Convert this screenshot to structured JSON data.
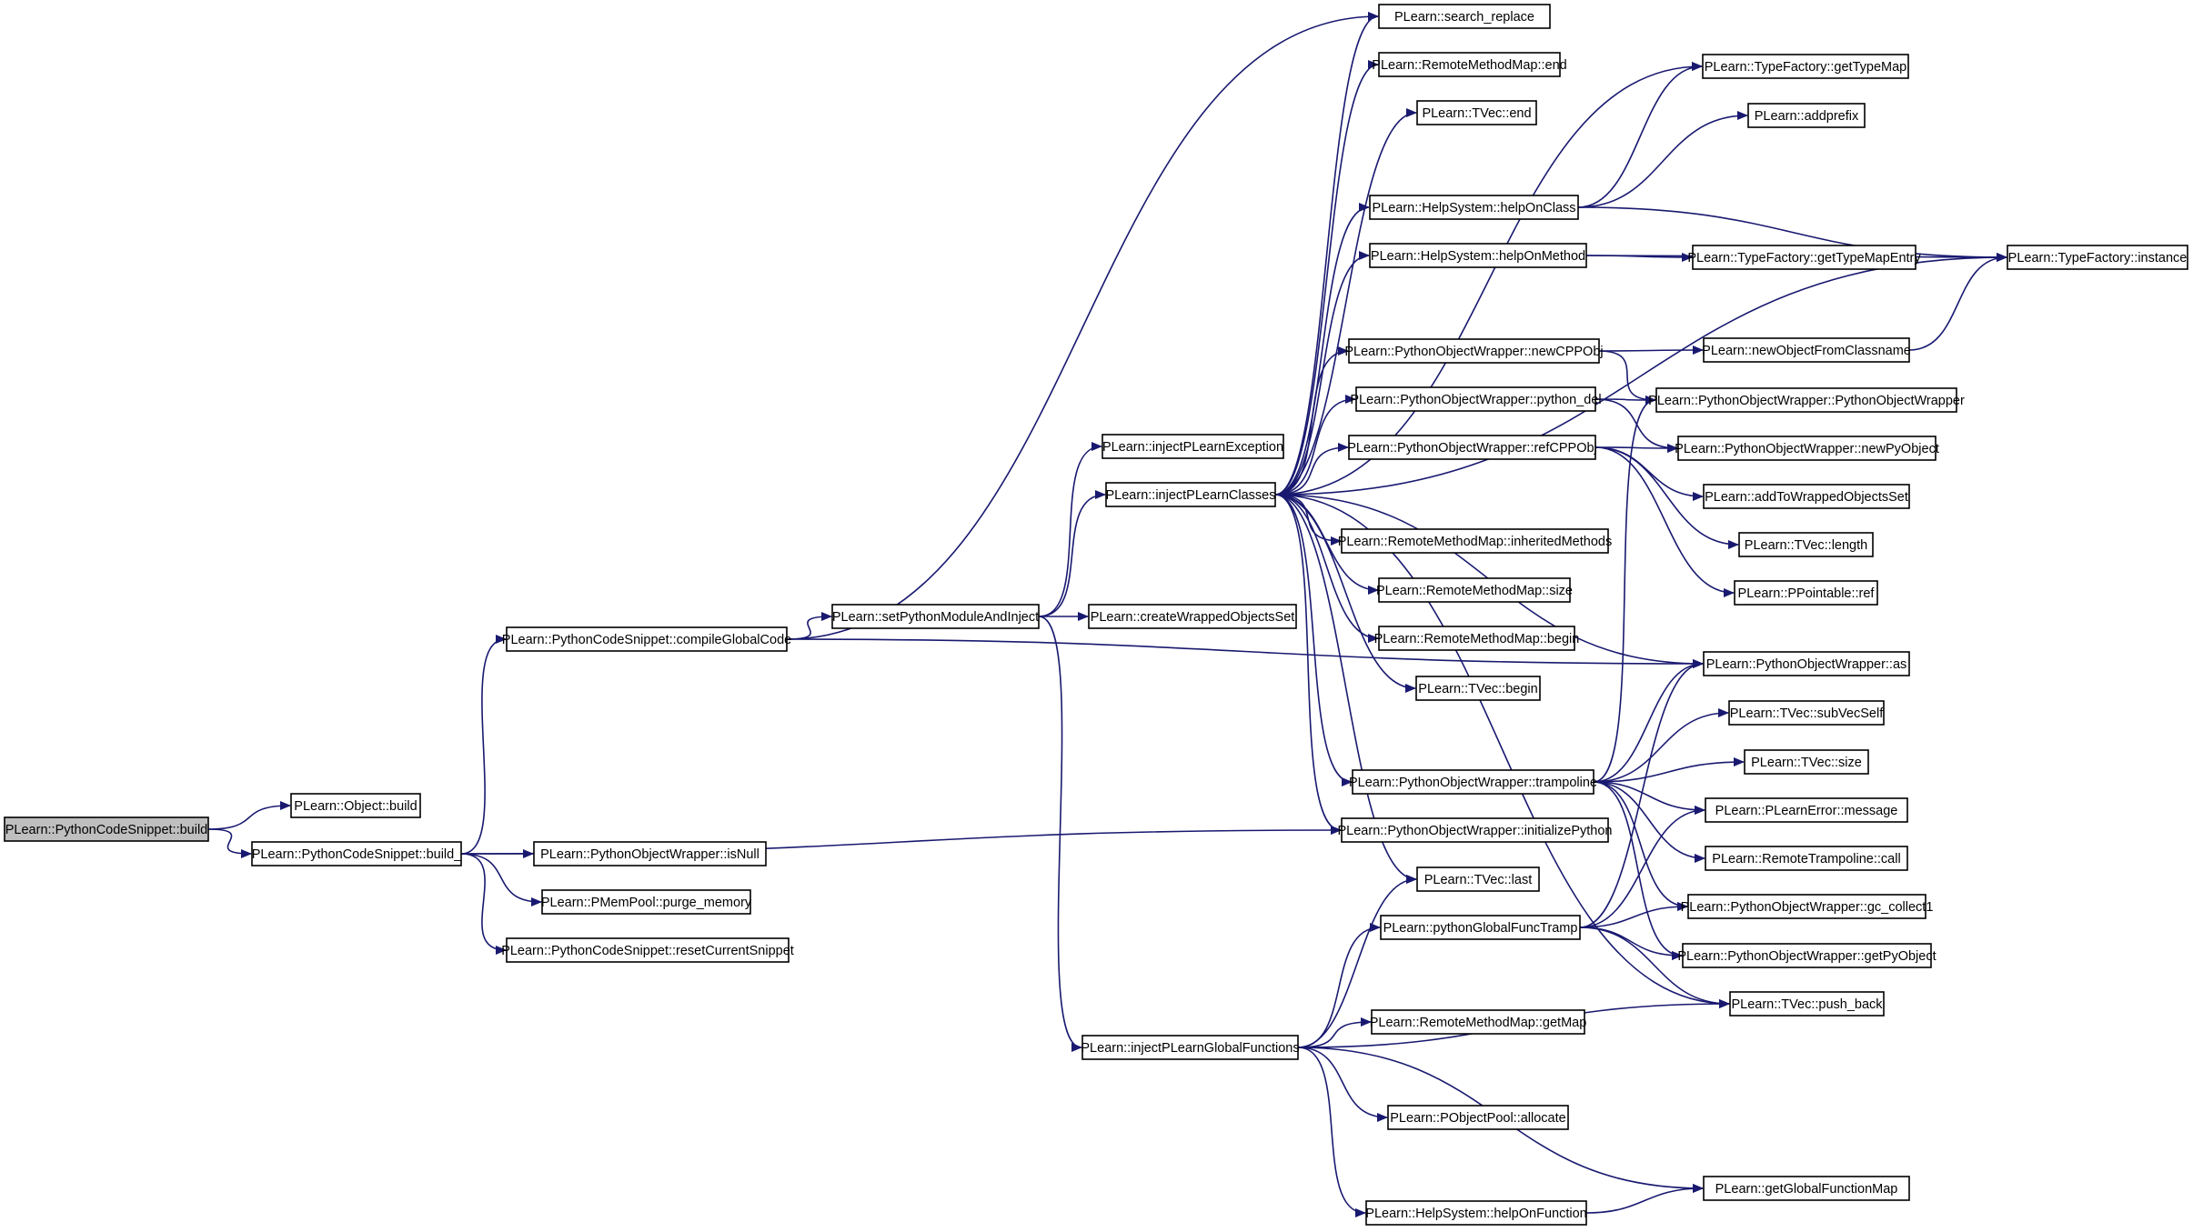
{
  "colors": {
    "edge": "#191970",
    "border": "#000000",
    "border_link_external": "#ff0000",
    "fill": "#ffffff",
    "fill_root": "#bfbfbf",
    "text": "#000000"
  },
  "nodes": [
    {
      "id": "n0",
      "label": "PLearn::PythonCodeSnippet::build",
      "style": "root"
    },
    {
      "id": "n1",
      "label": "PLearn::Object::build",
      "style": "normal"
    },
    {
      "id": "n2",
      "label": "PLearn::PythonCodeSnippet::build_",
      "style": "normal"
    },
    {
      "id": "n3",
      "label": "PLearn::PythonCodeSnippet::compileGlobalCode",
      "style": "normal"
    },
    {
      "id": "n4",
      "label": "PLearn::PythonObjectWrapper::isNull",
      "style": "normal"
    },
    {
      "id": "n5",
      "label": "PLearn::PMemPool::purge_memory",
      "style": "normal"
    },
    {
      "id": "n6",
      "label": "PLearn::PythonCodeSnippet::resetCurrentSnippet",
      "style": "normal"
    },
    {
      "id": "n7",
      "label": "PLearn::setPythonModuleAndInject",
      "style": "normal"
    },
    {
      "id": "n8",
      "label": "PLearn::createWrappedObjectsSet",
      "style": "normal"
    },
    {
      "id": "n9",
      "label": "PLearn::injectPLearnException",
      "style": "normal"
    },
    {
      "id": "n10",
      "label": "PLearn::injectPLearnClasses",
      "style": "normal"
    },
    {
      "id": "n11",
      "label": "PLearn::injectPLearnGlobalFunctions",
      "style": "normal"
    },
    {
      "id": "n12",
      "label": "PLearn::search_replace",
      "style": "normal"
    },
    {
      "id": "n13",
      "label": "PLearn::RemoteMethodMap::end",
      "style": "normal"
    },
    {
      "id": "n14",
      "label": "PLearn::TVec::end",
      "style": "normal"
    },
    {
      "id": "n15",
      "label": "PLearn::HelpSystem::helpOnClass",
      "style": "normal"
    },
    {
      "id": "n16",
      "label": "PLearn::HelpSystem::helpOnMethod",
      "style": "normal"
    },
    {
      "id": "n17",
      "label": "PLearn::PythonObjectWrapper::newCPPObj",
      "style": "normal"
    },
    {
      "id": "n18",
      "label": "PLearn::PythonObjectWrapper::python_del",
      "style": "normal"
    },
    {
      "id": "n19",
      "label": "PLearn::PythonObjectWrapper::refCPPObj",
      "style": "normal"
    },
    {
      "id": "n20",
      "label": "PLearn::RemoteMethodMap::inheritedMethods",
      "style": "normal"
    },
    {
      "id": "n21",
      "label": "PLearn::RemoteMethodMap::size",
      "style": "normal"
    },
    {
      "id": "n22",
      "label": "PLearn::RemoteMethodMap::begin",
      "style": "normal"
    },
    {
      "id": "n23",
      "label": "PLearn::TVec::begin",
      "style": "normal"
    },
    {
      "id": "n24",
      "label": "PLearn::PythonObjectWrapper::trampoline",
      "style": "normal"
    },
    {
      "id": "n25",
      "label": "PLearn::PythonObjectWrapper::initializePython",
      "style": "normal"
    },
    {
      "id": "n26",
      "label": "PLearn::TVec::last",
      "style": "normal"
    },
    {
      "id": "n27",
      "label": "PLearn::pythonGlobalFuncTramp",
      "style": "external"
    },
    {
      "id": "n28",
      "label": "PLearn::RemoteMethodMap::getMap",
      "style": "normal"
    },
    {
      "id": "n29",
      "label": "PLearn::PObjectPool::allocate",
      "style": "normal"
    },
    {
      "id": "n30",
      "label": "PLearn::HelpSystem::helpOnFunction",
      "style": "external"
    },
    {
      "id": "n31",
      "label": "PLearn::TypeFactory::getTypeMap",
      "style": "normal"
    },
    {
      "id": "n32",
      "label": "PLearn::addprefix",
      "style": "external"
    },
    {
      "id": "n33",
      "label": "PLearn::TypeFactory::getTypeMapEntry",
      "style": "normal"
    },
    {
      "id": "n34",
      "label": "PLearn::TypeFactory::instance",
      "style": "normal"
    },
    {
      "id": "n35",
      "label": "PLearn::newObjectFromClassname",
      "style": "external"
    },
    {
      "id": "n36",
      "label": "PLearn::PythonObjectWrapper::PythonObjectWrapper",
      "style": "normal"
    },
    {
      "id": "n37",
      "label": "PLearn::PythonObjectWrapper::newPyObject",
      "style": "normal"
    },
    {
      "id": "n38",
      "label": "PLearn::addToWrappedObjectsSet",
      "style": "external"
    },
    {
      "id": "n39",
      "label": "PLearn::TVec::length",
      "style": "normal"
    },
    {
      "id": "n40",
      "label": "PLearn::PPointable::ref",
      "style": "normal"
    },
    {
      "id": "n41",
      "label": "PLearn::PythonObjectWrapper::as",
      "style": "normal"
    },
    {
      "id": "n42",
      "label": "PLearn::TVec::subVecSelf",
      "style": "normal"
    },
    {
      "id": "n43",
      "label": "PLearn::TVec::size",
      "style": "normal"
    },
    {
      "id": "n44",
      "label": "PLearn::PLearnError::message",
      "style": "normal"
    },
    {
      "id": "n45",
      "label": "PLearn::RemoteTrampoline::call",
      "style": "normal"
    },
    {
      "id": "n46",
      "label": "PLearn::PythonObjectWrapper::gc_collect1",
      "style": "external"
    },
    {
      "id": "n47",
      "label": "PLearn::PythonObjectWrapper::getPyObject",
      "style": "normal"
    },
    {
      "id": "n48",
      "label": "PLearn::TVec::push_back",
      "style": "normal"
    },
    {
      "id": "n49",
      "label": "PLearn::getGlobalFunctionMap",
      "style": "normal"
    }
  ],
  "edges": [
    {
      "from": "n0",
      "to": "n1"
    },
    {
      "from": "n0",
      "to": "n2"
    },
    {
      "from": "n2",
      "to": "n3"
    },
    {
      "from": "n2",
      "to": "n25"
    },
    {
      "from": "n2",
      "to": "n4"
    },
    {
      "from": "n2",
      "to": "n5"
    },
    {
      "from": "n2",
      "to": "n6"
    },
    {
      "from": "n3",
      "to": "n12"
    },
    {
      "from": "n3",
      "to": "n7"
    },
    {
      "from": "n3",
      "to": "n41"
    },
    {
      "from": "n7",
      "to": "n8"
    },
    {
      "from": "n7",
      "to": "n9"
    },
    {
      "from": "n7",
      "to": "n10"
    },
    {
      "from": "n7",
      "to": "n11"
    },
    {
      "from": "n10",
      "to": "n12"
    },
    {
      "from": "n10",
      "to": "n13"
    },
    {
      "from": "n10",
      "to": "n14"
    },
    {
      "from": "n10",
      "to": "n31"
    },
    {
      "from": "n10",
      "to": "n15"
    },
    {
      "from": "n10",
      "to": "n16"
    },
    {
      "from": "n10",
      "to": "n34"
    },
    {
      "from": "n10",
      "to": "n17"
    },
    {
      "from": "n10",
      "to": "n18"
    },
    {
      "from": "n10",
      "to": "n19"
    },
    {
      "from": "n10",
      "to": "n20"
    },
    {
      "from": "n10",
      "to": "n21"
    },
    {
      "from": "n10",
      "to": "n22"
    },
    {
      "from": "n10",
      "to": "n23"
    },
    {
      "from": "n10",
      "to": "n24"
    },
    {
      "from": "n10",
      "to": "n25"
    },
    {
      "from": "n10",
      "to": "n26"
    },
    {
      "from": "n10",
      "to": "n41"
    },
    {
      "from": "n10",
      "to": "n48"
    },
    {
      "from": "n11",
      "to": "n26"
    },
    {
      "from": "n11",
      "to": "n27"
    },
    {
      "from": "n11",
      "to": "n28"
    },
    {
      "from": "n11",
      "to": "n29"
    },
    {
      "from": "n11",
      "to": "n30"
    },
    {
      "from": "n11",
      "to": "n48"
    },
    {
      "from": "n11",
      "to": "n49"
    },
    {
      "from": "n15",
      "to": "n31"
    },
    {
      "from": "n15",
      "to": "n32"
    },
    {
      "from": "n15",
      "to": "n34"
    },
    {
      "from": "n16",
      "to": "n33"
    },
    {
      "from": "n16",
      "to": "n34"
    },
    {
      "from": "n17",
      "to": "n35"
    },
    {
      "from": "n17",
      "to": "n36"
    },
    {
      "from": "n35",
      "to": "n34"
    },
    {
      "from": "n18",
      "to": "n36"
    },
    {
      "from": "n18",
      "to": "n37"
    },
    {
      "from": "n19",
      "to": "n37"
    },
    {
      "from": "n19",
      "to": "n38"
    },
    {
      "from": "n19",
      "to": "n39"
    },
    {
      "from": "n19",
      "to": "n40"
    },
    {
      "from": "n24",
      "to": "n36"
    },
    {
      "from": "n24",
      "to": "n41"
    },
    {
      "from": "n24",
      "to": "n42"
    },
    {
      "from": "n24",
      "to": "n43"
    },
    {
      "from": "n24",
      "to": "n44"
    },
    {
      "from": "n24",
      "to": "n45"
    },
    {
      "from": "n24",
      "to": "n46"
    },
    {
      "from": "n24",
      "to": "n47"
    },
    {
      "from": "n27",
      "to": "n41"
    },
    {
      "from": "n27",
      "to": "n44"
    },
    {
      "from": "n27",
      "to": "n46"
    },
    {
      "from": "n27",
      "to": "n47"
    },
    {
      "from": "n27",
      "to": "n48"
    },
    {
      "from": "n30",
      "to": "n49"
    }
  ]
}
